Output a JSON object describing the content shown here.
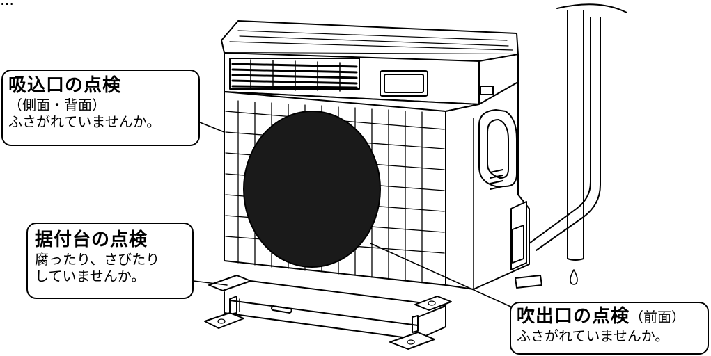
{
  "header": {
    "cut_text": "…"
  },
  "callouts": {
    "intake": {
      "title": "吸込口の点検",
      "lines": [
        "（側面・背面）",
        "ふさがれていませんか。"
      ]
    },
    "base": {
      "title": "据付台の点検",
      "lines": [
        "腐ったり、さびたり",
        "していませんか。"
      ]
    },
    "outlet": {
      "title": "吹出口の点検",
      "title_suffix": "（前面）",
      "lines": [
        "ふさがれていませんか。"
      ]
    }
  },
  "colors": {
    "line": "#000000",
    "fan": "#1a1a1a",
    "background": "#ffffff"
  },
  "icons": [
    "water-drop-icon"
  ]
}
